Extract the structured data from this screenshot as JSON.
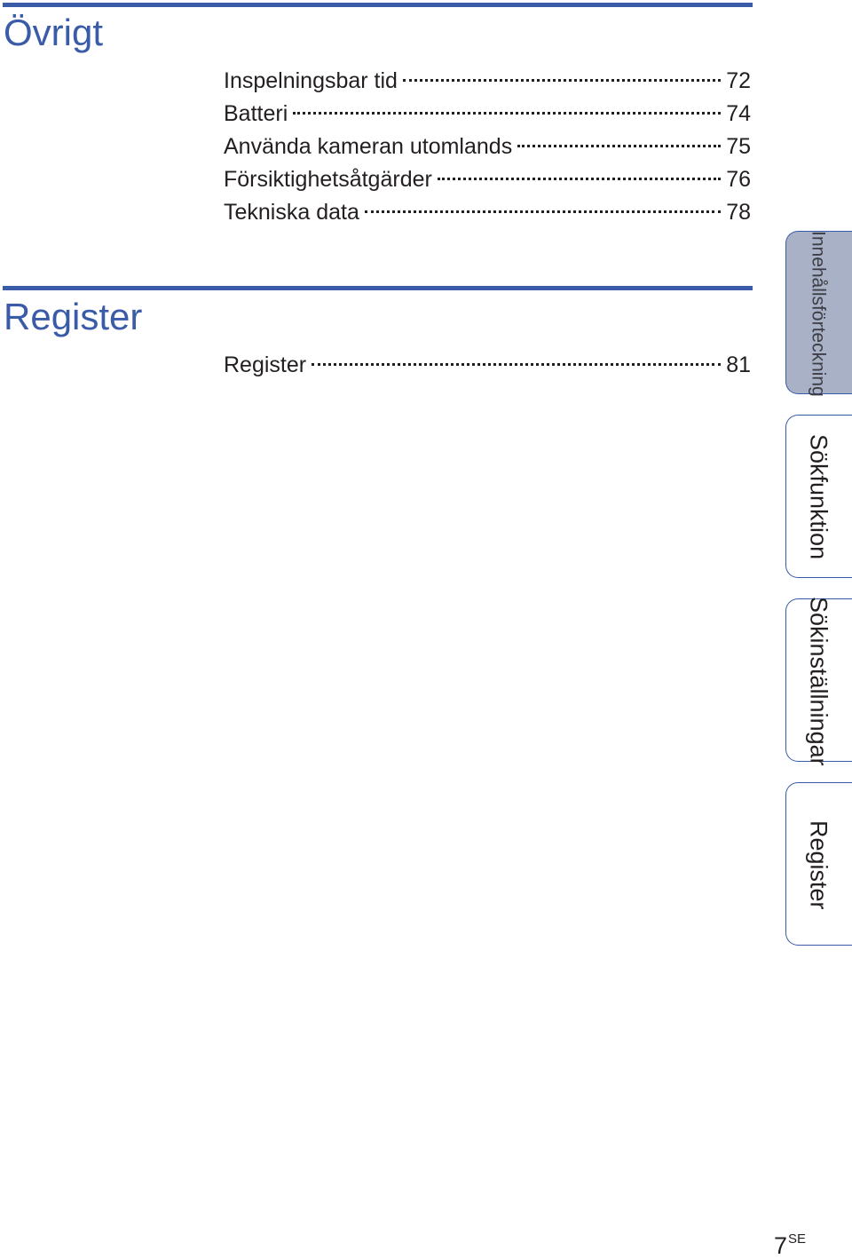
{
  "sections": [
    {
      "title": "Övrigt",
      "entries": [
        {
          "label": "Inspelningsbar tid",
          "page": "72"
        },
        {
          "label": "Batteri",
          "page": "74"
        },
        {
          "label": "Använda kameran utomlands",
          "page": "75"
        },
        {
          "label": "Försiktighetsåtgärder",
          "page": "76"
        },
        {
          "label": "Tekniska data",
          "page": "78"
        }
      ]
    },
    {
      "title": "Register",
      "entries": [
        {
          "label": "Register",
          "page": "81"
        }
      ]
    }
  ],
  "side_tabs": [
    {
      "label": "Innehållsförteckning",
      "active": true
    },
    {
      "label": "Sökfunktion",
      "active": false
    },
    {
      "label": "Sökinställningar",
      "active": false
    },
    {
      "label": "Register",
      "active": false
    }
  ],
  "footer": {
    "page_number": "7",
    "page_suffix": "SE"
  },
  "colors": {
    "accent": "#3a5ba7",
    "active_tab": "#a9b1c6",
    "text": "#231f20"
  }
}
